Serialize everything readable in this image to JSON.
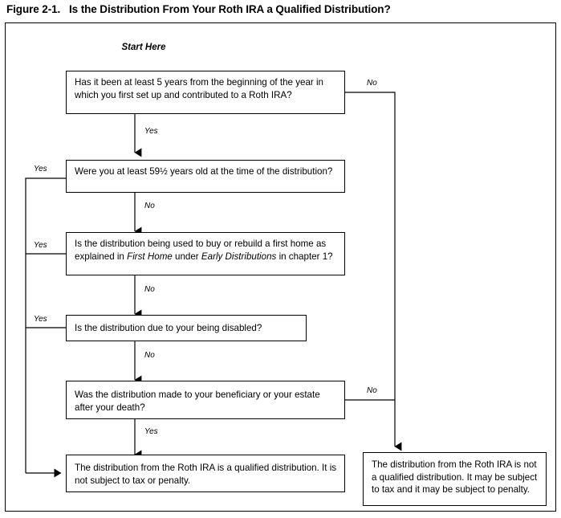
{
  "figure": {
    "number": "Figure 2-1.",
    "title": "Is the Distribution From Your Roth IRA a Qualified Distribution?"
  },
  "start_label": "Start Here",
  "colors": {
    "line": "#000000",
    "text": "#000000",
    "background": "#ffffff"
  },
  "nodes": {
    "q1": {
      "id": "five-year-rule",
      "text": "Has it been at least 5 years from the beginning of the year in which you first set up and contributed to a Roth IRA?"
    },
    "q2": {
      "id": "age-59-and-a-half",
      "text": "Were you at least 59½ years old at the time of the distribution?"
    },
    "q3": {
      "id": "first-home",
      "text_before": "Is the distribution being used to buy or rebuild a first home as explained in ",
      "italic_1": "First Home",
      "text_middle": " under ",
      "italic_2": "Early Distributions",
      "text_after": " in chapter 1?"
    },
    "q4": {
      "id": "disabled",
      "text": "Is the distribution due to your being disabled?"
    },
    "q5": {
      "id": "beneficiary-or-estate",
      "text": "Was the distribution made to your beneficiary or your estate after your death?"
    },
    "qualified": {
      "id": "qualified-outcome",
      "text": "The distribution from the Roth IRA is a qualified distribution. It is not subject to tax or penalty."
    },
    "not_qualified": {
      "id": "not-qualified-outcome",
      "text": "The distribution from the Roth IRA is not a qualified distribution. It may be subject to tax and it may be subject to penalty."
    }
  },
  "edge_labels": {
    "q1_no": "No",
    "q1_yes": "Yes",
    "q2_yes": "Yes",
    "q2_no": "No",
    "q3_yes": "Yes",
    "q3_no": "No",
    "q4_yes": "Yes",
    "q4_no": "No",
    "q5_no": "No",
    "q5_yes": "Yes"
  }
}
